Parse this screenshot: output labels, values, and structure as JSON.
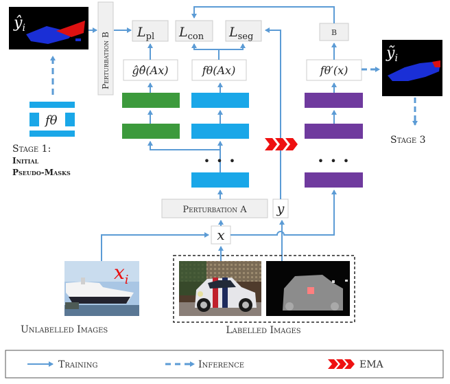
{
  "labels": {
    "y_hat_i": "ŷ",
    "y_hat_i_sub": "i",
    "y_tilde_i": "ỹ",
    "y_tilde_i_sub": "i",
    "perturbation_b_vertical": "Perturbation B",
    "loss_pl": "L",
    "loss_pl_sub": "pl",
    "loss_con": "L",
    "loss_con_sub": "con",
    "loss_seg": "L",
    "loss_seg_sub": "seg",
    "b_box": "B",
    "g_hat": "ĝθ̂(Ax)",
    "f_theta_ax": "fθ(Ax)",
    "f_theta_prime_x": "fθ′(x)",
    "f_theta_small": "fθ",
    "stage1_title": "Stage 1:",
    "stage1_line2": "Initial",
    "stage1_line3": "Pseudo-Masks",
    "stage3": "Stage 3",
    "ellipsis_mid": "• • •",
    "ellipsis_right": "• • •",
    "perturbation_a": "Perturbation A",
    "y": "y",
    "x": "x",
    "x_i": "x",
    "x_i_sub": "i",
    "unlabelled_images": "Unlabelled Images",
    "labelled_images": "Labelled Images"
  },
  "legend": {
    "training": "Training",
    "inference": "Inference",
    "ema": "EMA"
  },
  "colors": {
    "arrow_blue": "#5b9bd5",
    "green": "#3c9a3c",
    "cyan": "#1aa7e8",
    "purple": "#6f3a9e",
    "red": "#ee1111",
    "box_fill": "#f0f0f0",
    "box_stroke": "#cccccc"
  }
}
